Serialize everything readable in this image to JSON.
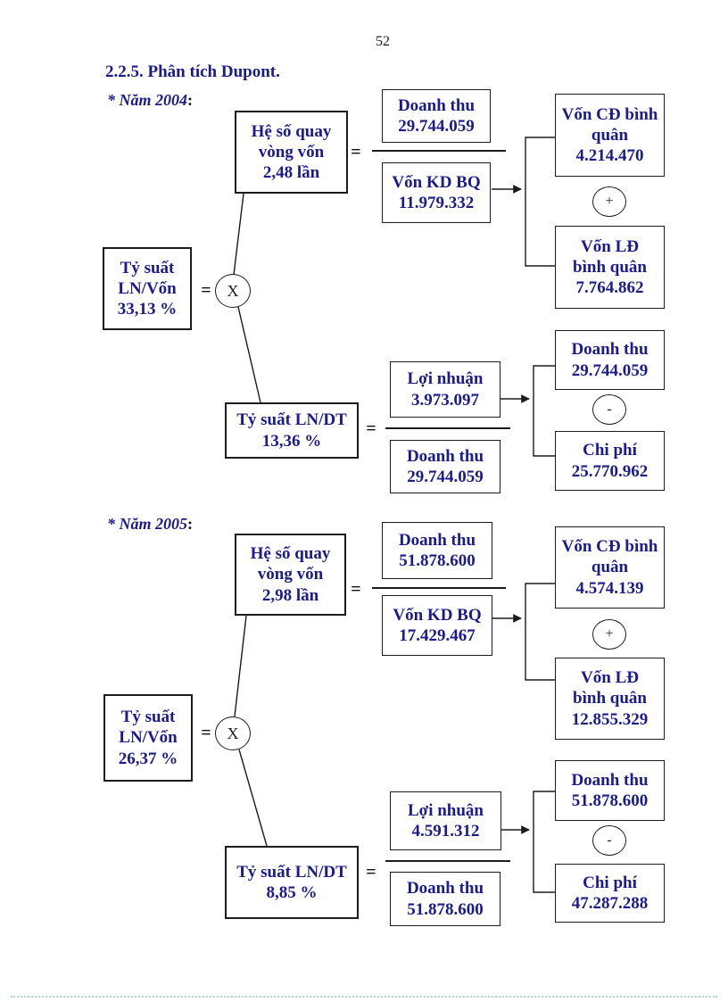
{
  "page_number": "52",
  "heading": "2.2.5. Phân tích Dupont.",
  "symbols": {
    "equals": "=",
    "multiply": "X",
    "plus": "+",
    "minus": "-"
  },
  "colors": {
    "heading_text": "#1b1b8c",
    "box_text": "#1b1b8c",
    "connector_line": "#1c1c1c",
    "bottom_dotted_line": "#a9e4b8"
  },
  "diagrams": [
    {
      "year_label": "* Năm 2004",
      "colon": ":",
      "roi_box": {
        "lines": [
          "Tỷ suất",
          "LN/Vốn",
          "33,13 %"
        ]
      },
      "turnover_box": {
        "lines": [
          "Hệ số quay",
          "vòng vốn",
          "2,48 lần"
        ]
      },
      "revenue_top": {
        "lines": [
          "Doanh thu",
          "29.744.059"
        ]
      },
      "capital_bq": {
        "lines": [
          "Vốn KD BQ",
          "11.979.332"
        ]
      },
      "fixed_capital": {
        "lines": [
          "Vốn CĐ bình",
          "quân",
          "4.214.470"
        ]
      },
      "working_capital": {
        "lines": [
          "Vốn LĐ",
          "bình quân",
          "7.764.862"
        ]
      },
      "margin_box": {
        "lines": [
          "Tỷ suất LN/DT",
          "13,36 %"
        ]
      },
      "profit": {
        "lines": [
          "Lợi nhuận",
          "3.973.097"
        ]
      },
      "revenue_bottom": {
        "lines": [
          "Doanh thu",
          "29.744.059"
        ]
      },
      "revenue_right": {
        "lines": [
          "Doanh thu",
          "29.744.059"
        ]
      },
      "cost": {
        "lines": [
          "Chi phí",
          "25.770.962"
        ]
      }
    },
    {
      "year_label": "* Năm 2005",
      "colon": ":",
      "roi_box": {
        "lines": [
          "Tỷ suất",
          "LN/Vốn",
          "26,37 %"
        ]
      },
      "turnover_box": {
        "lines": [
          "Hệ số quay",
          "vòng vốn",
          "2,98 lần"
        ]
      },
      "revenue_top": {
        "lines": [
          "Doanh thu",
          "51.878.600"
        ]
      },
      "capital_bq": {
        "lines": [
          "Vốn KD BQ",
          "17.429.467"
        ]
      },
      "fixed_capital": {
        "lines": [
          "Vốn CĐ bình",
          "quân",
          "4.574.139"
        ]
      },
      "working_capital": {
        "lines": [
          "Vốn LĐ",
          "bình quân",
          "12.855.329"
        ]
      },
      "margin_box": {
        "lines": [
          "Tỷ suất LN/DT",
          "8,85 %"
        ]
      },
      "profit": {
        "lines": [
          "Lợi nhuận",
          "4.591.312"
        ]
      },
      "revenue_bottom": {
        "lines": [
          "Doanh thu",
          "51.878.600"
        ]
      },
      "revenue_right": {
        "lines": [
          "Doanh thu",
          "51.878.600"
        ]
      },
      "cost": {
        "lines": [
          "Chi phí",
          "47.287.288"
        ]
      }
    }
  ]
}
